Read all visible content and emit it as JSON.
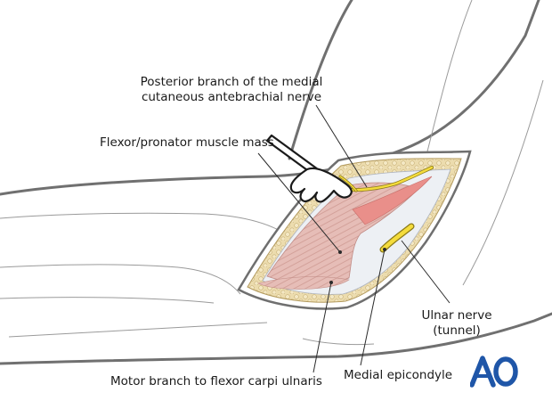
{
  "labels": {
    "posterior_branch_line1": "Posterior branch of the medial",
    "posterior_branch_line2": "cutaneous antebrachial nerve",
    "flexor_pronator": "Flexor/pronator muscle mass",
    "ulnar_nerve_line1": "Ulnar nerve",
    "ulnar_nerve_line2": "(tunnel)",
    "medial_epicondyle": "Medial epicondyle",
    "motor_branch": "Motor branch to flexor carpi ulnaris"
  },
  "logo": {
    "text": "AO",
    "color": "#1f56a8"
  },
  "colors": {
    "outline": "#6d6d6d",
    "skin_edge": "#8a8a8a",
    "fat": "#e6d6a4",
    "muscle": "#e2b5b0",
    "nerve": "#f3d83a",
    "fascia": "#e9ecf1"
  }
}
